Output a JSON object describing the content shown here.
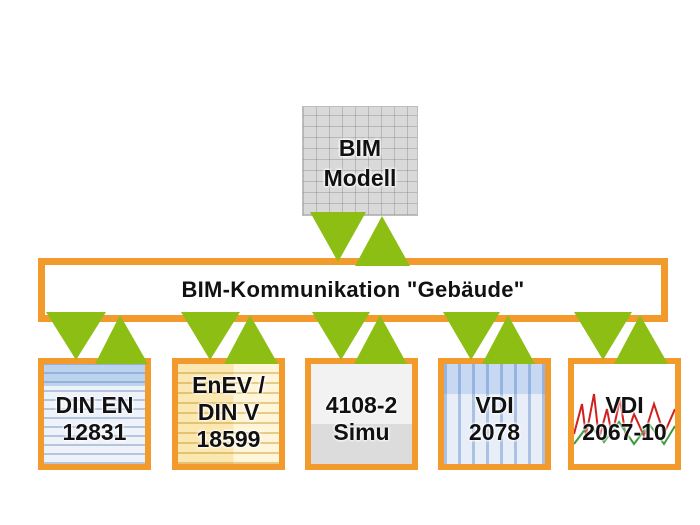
{
  "bim_model": {
    "label": "BIM\nModell"
  },
  "communication": {
    "label": "BIM-Kommunikation \"Gebäude\""
  },
  "tools": [
    {
      "label": "DIN EN\n12831"
    },
    {
      "label": "EnEV /\nDIN V\n18599"
    },
    {
      "label": "4108-2\nSimu"
    },
    {
      "label": "VDI\n2078"
    },
    {
      "label": "VDI\n2067-10"
    }
  ],
  "colors": {
    "frame": "#f39a2c",
    "arrow": "#8cbe14"
  }
}
